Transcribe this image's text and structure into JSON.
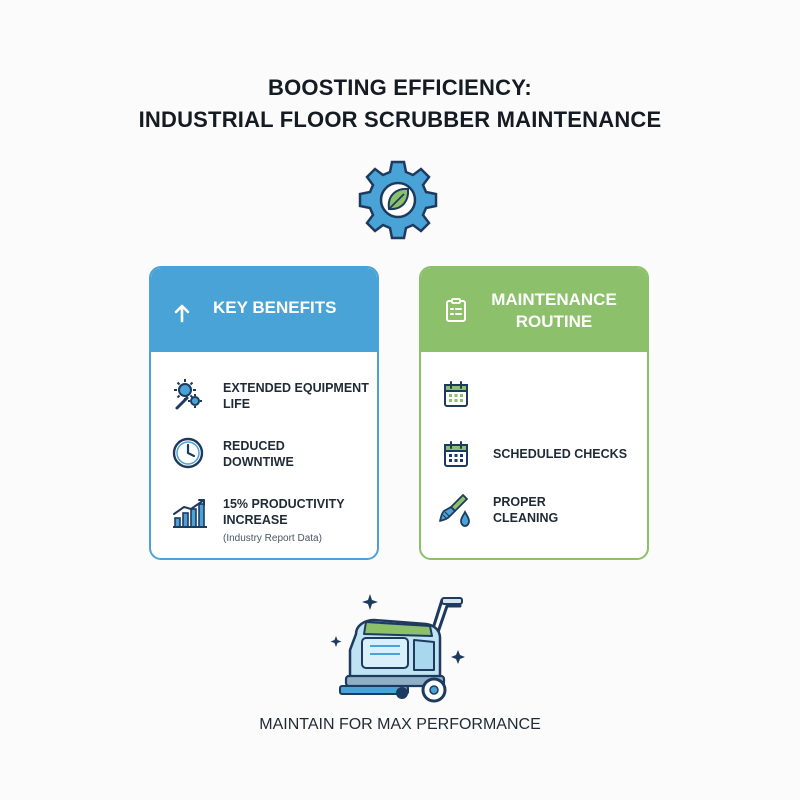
{
  "title": {
    "line1": "BOOSTING EFFICIENCY:",
    "line2": "INDUSTRIAL FLOOR SCRUBBER MAINTENANCE"
  },
  "benefits": {
    "heading": "KEY BENEFITS",
    "items": [
      {
        "label": "EXTENDED EQUIPMENT LIFE",
        "line1": "EXTENDED EQUIPMENT",
        "line2": "LIFE",
        "icon": "gears-wrench-icon"
      },
      {
        "label": "REDUCED DOWNTIWE",
        "line1": "REDUCED",
        "line2": "DOWNTIWE",
        "icon": "clock-icon"
      },
      {
        "label": "15% PRODUCTIVITY INCREASE",
        "line1": "15% PRODUCTIVITY",
        "line2": "INCREASE",
        "note": "(Industry Report Data)",
        "icon": "bar-chart-up-icon"
      }
    ]
  },
  "maintenance": {
    "heading_line1": "MAINTENANCE",
    "heading_line2": "ROUTINE",
    "items": [
      {
        "line1": "",
        "line2": "",
        "icon": "calendar-icon"
      },
      {
        "line1": "SCHEDULED CHECKS",
        "line2": "",
        "icon": "calendar-icon"
      },
      {
        "line1": "PROPER",
        "line2": "CLEANING",
        "icon": "brush-droplet-icon"
      }
    ]
  },
  "tagline": "MAINTAIN FOR MAX PERFORMANCE",
  "colors": {
    "blue": "#4aa3d6",
    "green": "#8cc06a",
    "navy": "#1e3a5f"
  }
}
